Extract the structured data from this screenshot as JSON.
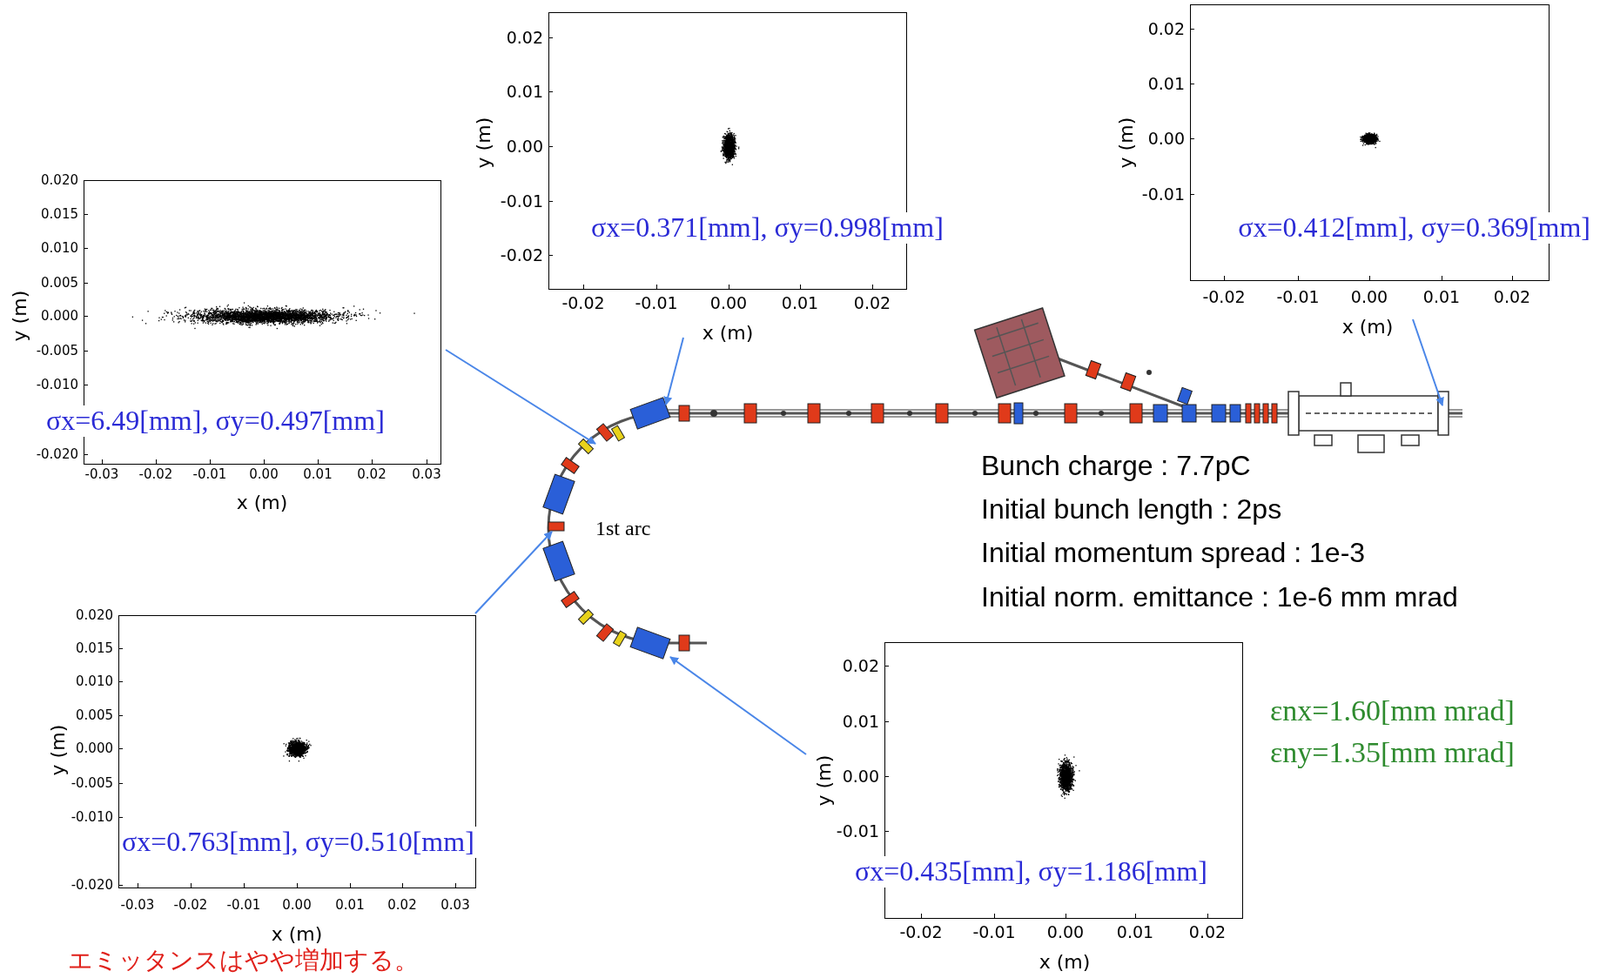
{
  "diagram": {
    "labels": [
      "0.020",
      "0.015",
      "0.010",
      "0.005",
      "0.000",
      "-0.005",
      "-0.010",
      "-0.020",
      "-0.03",
      "-0.02",
      "-0.01",
      "0.00",
      "0.01",
      "0.02",
      "0.03",
      "x (m)",
      "y (m)",
      "σx=6.49[mm], σy=0.497[mm]",
      "0.02",
      "0.01",
      "0.00",
      "-0.01",
      "-0.02",
      "-0.02",
      "-0.01",
      "0.00",
      "0.01",
      "0.02",
      "x (m)",
      "y (m)",
      "σx=0.371[mm], σy=0.998[mm]",
      "0.02",
      "0.01",
      "0.00",
      "-0.01",
      "-0.02",
      "-0.01",
      "0.00",
      "0.01",
      "0.02",
      "x (m)",
      "y (m)",
      "σx=0.412[mm], σy=0.369[mm]",
      "0.020",
      "0.015",
      "0.010",
      "0.005",
      "0.000",
      "-0.005",
      "-0.010",
      "-0.020",
      "-0.03",
      "-0.02",
      "-0.01",
      "0.00",
      "0.01",
      "0.02",
      "0.03",
      "x (m)",
      "y (m)",
      "σx=0.763[mm], σy=0.510[mm]",
      "0.02",
      "0.01",
      "0.00",
      "-0.01",
      "-0.02",
      "-0.01",
      "0.00",
      "0.01",
      "0.02",
      "x (m)",
      "y (m)",
      "σx=0.435[mm], σy=1.186[mm]",
      "1st arc",
      "Bunch charge : 7.7pC",
      "Initial bunch length : 2ps",
      "Initial momentum spread : 1e-3",
      "Initial norm. emittance : 1e-6 mm mrad",
      "εnx=1.60[mm mrad]",
      "εny=1.35[mm mrad]",
      "エミッタンスはやや増加する。"
    ]
  }
}
